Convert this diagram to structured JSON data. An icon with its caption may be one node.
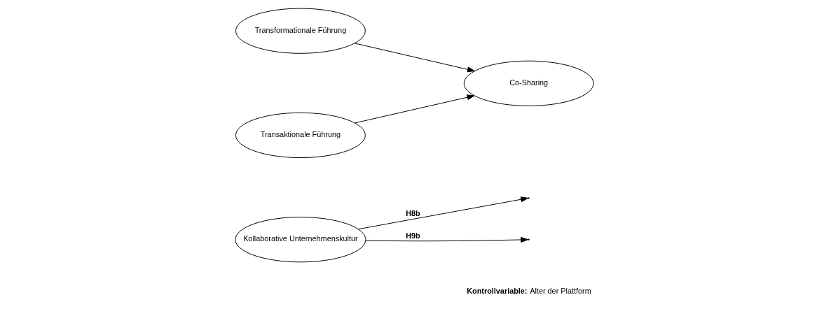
{
  "diagram": {
    "nodes": [
      {
        "text": [
          "Transformationale Führung"
        ]
      },
      {
        "text": [
          "Transaktionale Führung"
        ]
      },
      {
        "text": [
          "Co-Sharing"
        ]
      },
      {
        "text": [
          "Kollaborative Unternehmenskultur"
        ]
      }
    ],
    "edges": [
      {
        "from": 0,
        "to": 2,
        "arrow": "to"
      },
      {
        "from": 1,
        "to": 2,
        "arrow": "to"
      },
      {
        "from": 3,
        "to": null,
        "arrow": "to",
        "label": "H8b"
      },
      {
        "from": 3,
        "to": null,
        "arrow": "to",
        "label": "H9b"
      }
    ],
    "labels": [
      "**Kontrollvariable:** Alter der Plattform"
    ]
  }
}
